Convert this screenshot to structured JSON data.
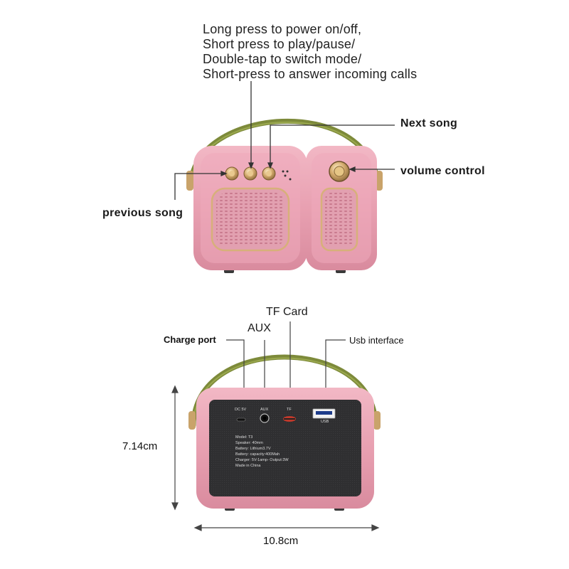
{
  "callouts": {
    "top_instructions": [
      "Long press to power on/off,",
      "Short press to play/pause/",
      "Double-tap to switch mode/",
      "Short-press to answer incoming calls"
    ],
    "next_song": "Next song",
    "volume_control": "volume control",
    "previous_song": "previous song",
    "tf_card": "TF Card",
    "aux": "AUX",
    "charge_port": "Charge port",
    "usb_interface": "Usb interface"
  },
  "dimensions": {
    "height": "7.14cm",
    "width": "10.8cm"
  },
  "back_panel": {
    "port_labels": [
      "DC 5V",
      "AUX",
      "TF",
      "USB"
    ],
    "spec_lines": [
      "Model: T3",
      "Speaker: 40mm",
      "Battery: Lithium3.7V",
      "Battery: capacity:400Mah",
      "Charger: 5V-1amp- Output:3W",
      "Made in China"
    ]
  },
  "colors": {
    "body_pink": "#e9a3b3",
    "handle_olive": "#7d8a3a",
    "knob_gold": "#c9a36a",
    "panel_dark": "#2f2f31"
  }
}
